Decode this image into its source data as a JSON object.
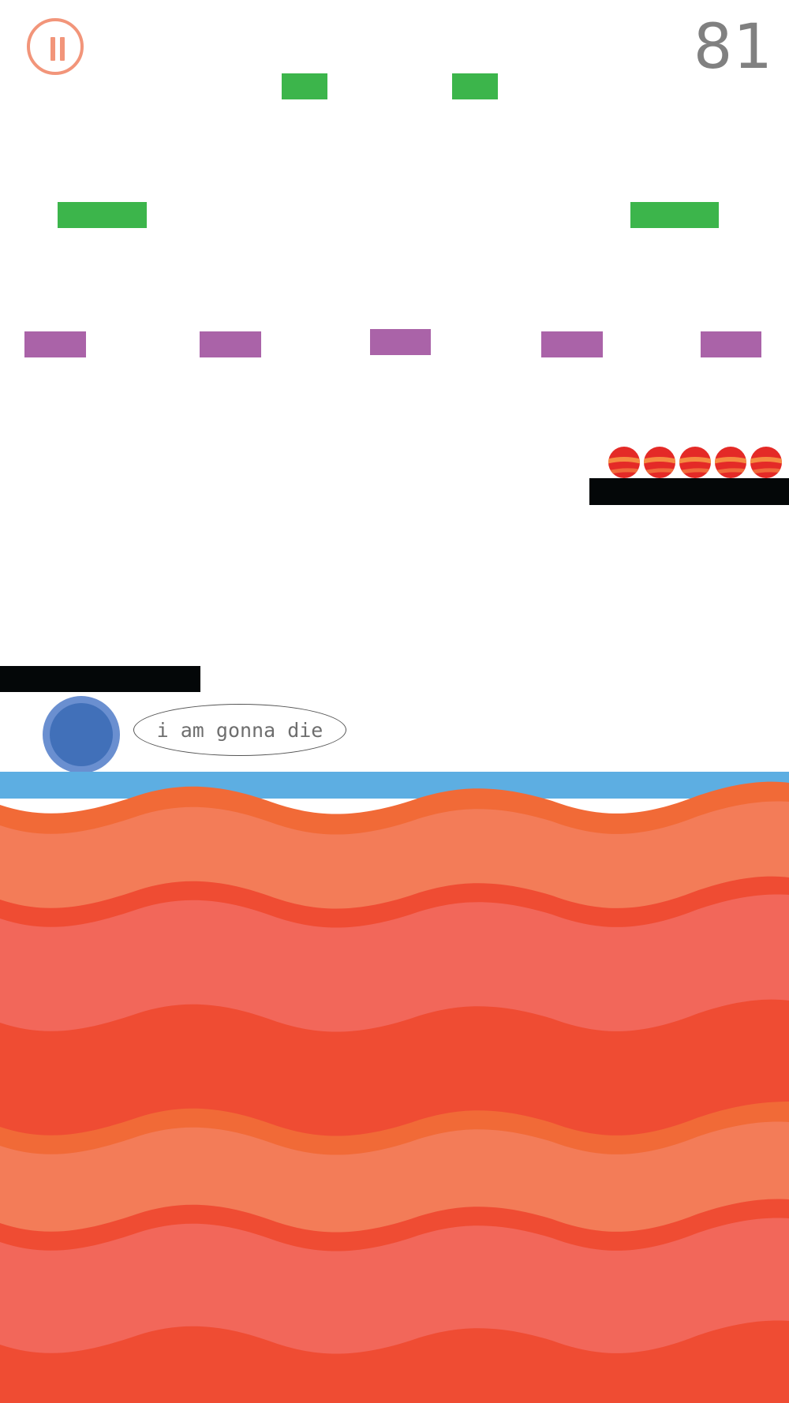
{
  "hud": {
    "score": "81",
    "pause_icon": "pause-icon"
  },
  "player": {
    "speech": "i am gonna die"
  },
  "colors": {
    "green_platform": "#3cb54b",
    "purple_platform": "#aa63a8",
    "ledge": "#040708",
    "player_outer": "#6a8fd0",
    "player_inner": "#4170b9",
    "water": "#5daee2",
    "lava_orange": "#f16a37",
    "lava_peach": "#f37c58",
    "lava_salmon": "#f2675a",
    "lava_red": "#ef4c33",
    "ball_red": "#e42a27",
    "ball_stripe": "#f58c42",
    "pause": "#f2957a",
    "score_text": "#808080"
  },
  "scene": {
    "ball_count": 5
  }
}
